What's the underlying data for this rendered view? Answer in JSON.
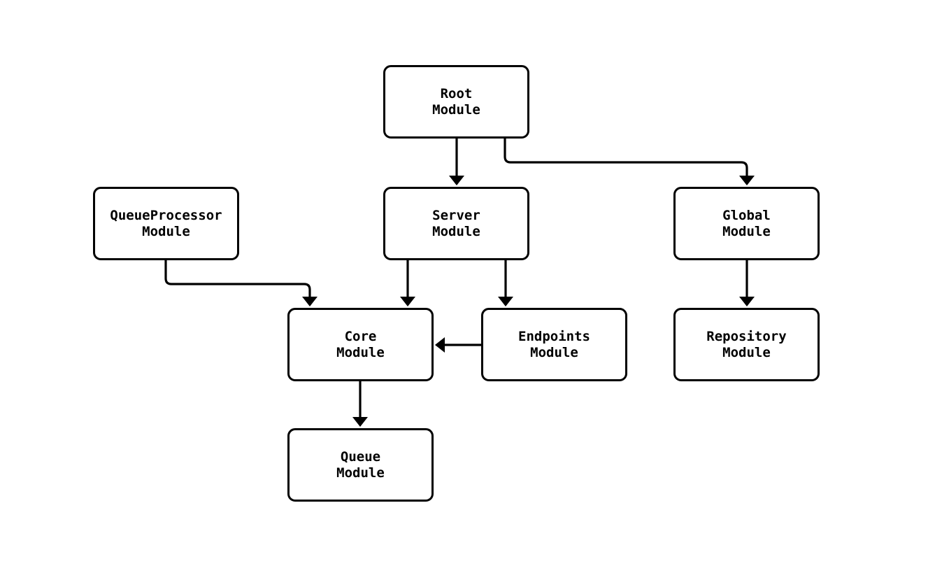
{
  "diagram": {
    "type": "module-dependency-flowchart",
    "direction": "top-down",
    "colors": {
      "background": "#ffffff",
      "node_fill": "#ffffff",
      "node_border": "#000000",
      "edge": "#000000",
      "text": "#000000"
    },
    "nodes": [
      {
        "id": "root",
        "label": "Root\nModule"
      },
      {
        "id": "queueprocessor",
        "label": "QueueProcessor\nModule"
      },
      {
        "id": "server",
        "label": "Server\nModule"
      },
      {
        "id": "global",
        "label": "Global\nModule"
      },
      {
        "id": "core",
        "label": "Core\nModule"
      },
      {
        "id": "endpoints",
        "label": "Endpoints\nModule"
      },
      {
        "id": "repository",
        "label": "Repository\nModule"
      },
      {
        "id": "queue",
        "label": "Queue\nModule"
      }
    ],
    "edges": [
      {
        "from": "root",
        "to": "server"
      },
      {
        "from": "root",
        "to": "global"
      },
      {
        "from": "queueprocessor",
        "to": "core"
      },
      {
        "from": "server",
        "to": "core"
      },
      {
        "from": "server",
        "to": "endpoints"
      },
      {
        "from": "global",
        "to": "repository"
      },
      {
        "from": "endpoints",
        "to": "core"
      },
      {
        "from": "core",
        "to": "queue"
      }
    ]
  }
}
